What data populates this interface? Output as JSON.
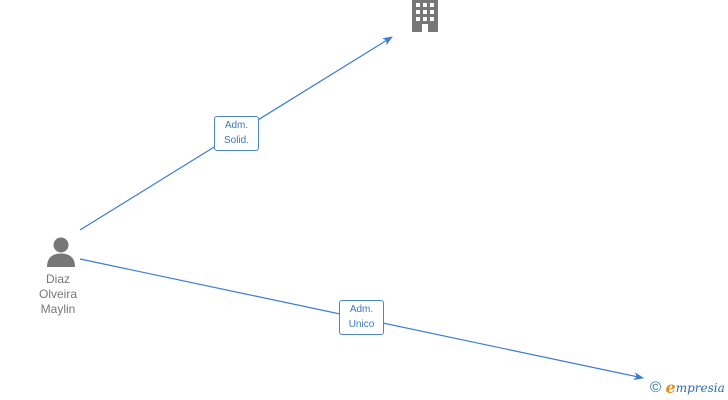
{
  "nodes": {
    "company": {
      "icon": "building-icon"
    },
    "person": {
      "icon": "person-icon",
      "name_lines": [
        "Diaz",
        "Olveira",
        "Maylin"
      ]
    },
    "unnamed_target": {}
  },
  "edges": [
    {
      "from": "person",
      "to": "company",
      "label_lines": [
        "Adm.",
        "Solid."
      ]
    },
    {
      "from": "person",
      "to": "unnamed_target",
      "label_lines": [
        "Adm.",
        "Unico"
      ]
    }
  ],
  "brand": {
    "copyright": "©",
    "logo_initial": "e",
    "logo_rest": "mpresia"
  },
  "colors": {
    "edge": "#3a7bd5",
    "icon": "#777777",
    "label_border": "#4a86c8",
    "label_text": "#3a78c0",
    "brand_blue": "#2a6db5",
    "brand_orange": "#e8901c"
  }
}
